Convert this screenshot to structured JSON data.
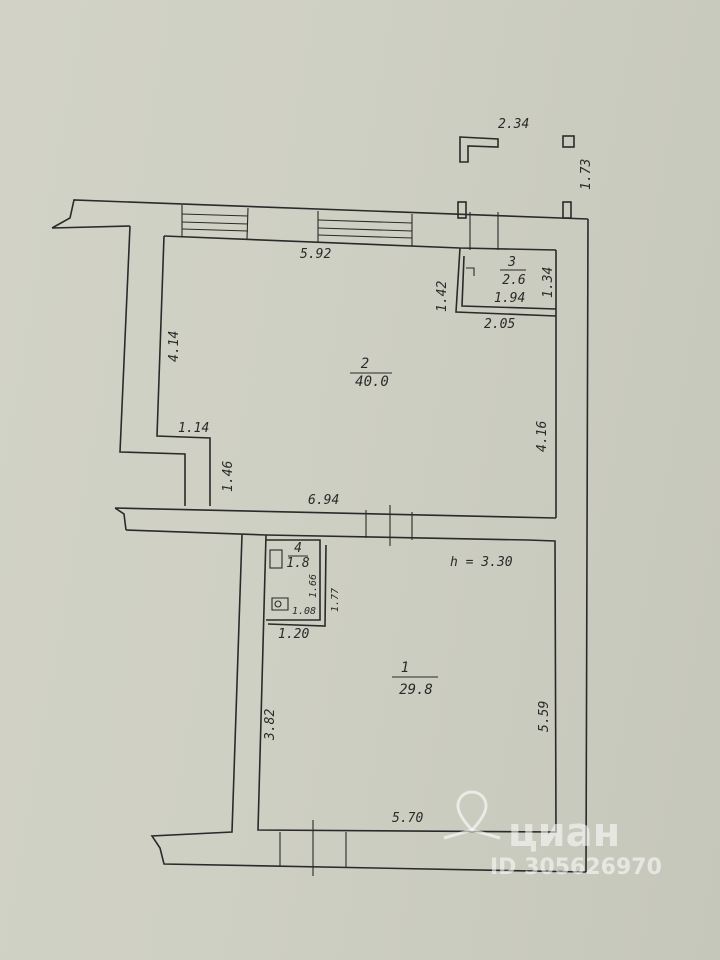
{
  "plan": {
    "rooms": [
      {
        "number": "1",
        "area": "29.8"
      },
      {
        "number": "2",
        "area": "40.0"
      },
      {
        "number": "3",
        "area": "2.6"
      },
      {
        "number": "4",
        "area": "1.8"
      }
    ],
    "dimensions": {
      "d_234": "2.34",
      "d_173": "1.73",
      "d_592": "5.92",
      "d_142": "1.42",
      "d_134": "1.34",
      "d_194": "1.94",
      "d_205": "2.05",
      "d_414": "4.14",
      "d_416": "4.16",
      "d_114": "1.14",
      "d_146": "1.46",
      "d_694": "6.94",
      "d_166": "1.66",
      "d_177": "1.77",
      "d_108": "1.08",
      "d_120": "1.20",
      "d_382": "3.82",
      "d_559": "5.59",
      "d_570": "5.70"
    },
    "height_note": "h = 3.30"
  },
  "watermark": {
    "brand": "циан",
    "id_text": "ID 305626970"
  }
}
